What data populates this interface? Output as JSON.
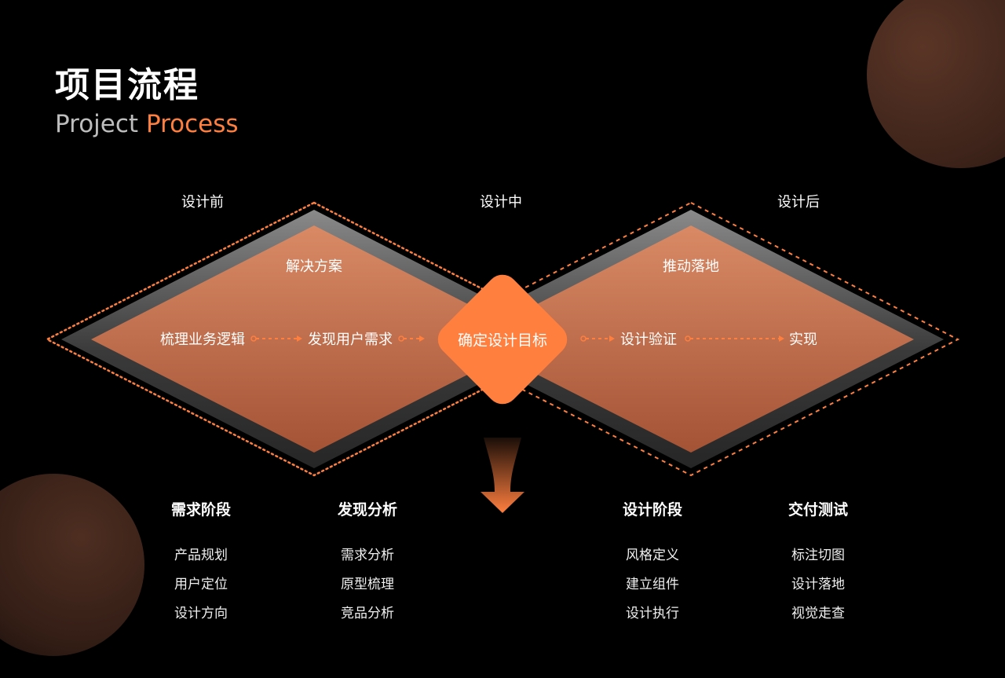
{
  "header": {
    "title": "项目流程",
    "subtitle_a": "Project",
    "subtitle_b": "Process"
  },
  "phases": [
    "设计前",
    "设计中",
    "设计后"
  ],
  "left_diamond": {
    "top_label": "解决方案",
    "steps": [
      "梳理业务逻辑",
      "发现用户需求"
    ]
  },
  "center": {
    "label": "确定设计目标"
  },
  "right_diamond": {
    "top_label": "推动落地",
    "steps": [
      "设计验证",
      "实现"
    ]
  },
  "columns": [
    {
      "heading": "需求阶段",
      "items": [
        "产品规划",
        "用户定位",
        "设计方向"
      ]
    },
    {
      "heading": "发现分析",
      "items": [
        "需求分析",
        "原型梳理",
        "竞品分析"
      ]
    },
    {
      "heading": "设计阶段",
      "items": [
        "风格定义",
        "建立组件",
        "设计执行"
      ]
    },
    {
      "heading": "交付测试",
      "items": [
        "标注切图",
        "设计落地",
        "视觉走查"
      ]
    }
  ],
  "colors": {
    "accent": "#ff7f3f",
    "diamond_fill": "#c46f4d",
    "background": "#000000"
  }
}
